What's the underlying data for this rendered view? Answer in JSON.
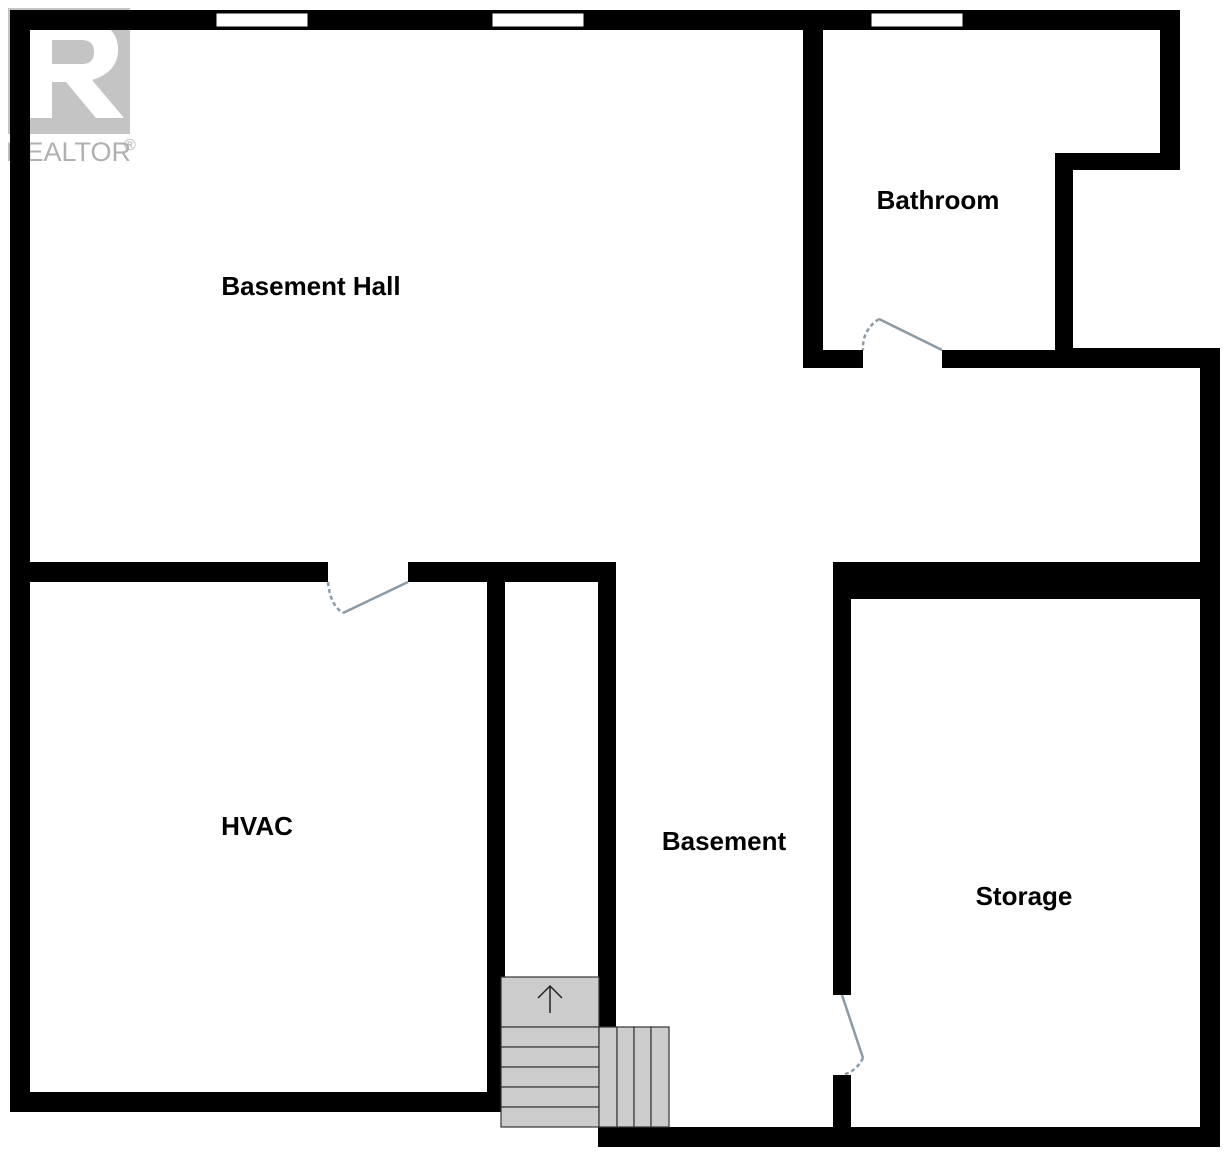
{
  "logo": {
    "text": "REALTOR",
    "mark": "®",
    "icon": "realtor-r-logo"
  },
  "rooms": [
    {
      "id": "basement-hall",
      "label": "Basement Hall"
    },
    {
      "id": "bathroom",
      "label": "Bathroom"
    },
    {
      "id": "hvac",
      "label": "HVAC"
    },
    {
      "id": "basement",
      "label": "Basement"
    },
    {
      "id": "storage",
      "label": "Storage"
    }
  ],
  "stairs": {
    "direction": "up",
    "icon": "arrow-up-icon"
  },
  "colors": {
    "wall": "#000000",
    "door": "#8a9aa6",
    "stair_fill": "#cccccc",
    "window": "#ffffff",
    "logo": "#b0b0b0"
  }
}
